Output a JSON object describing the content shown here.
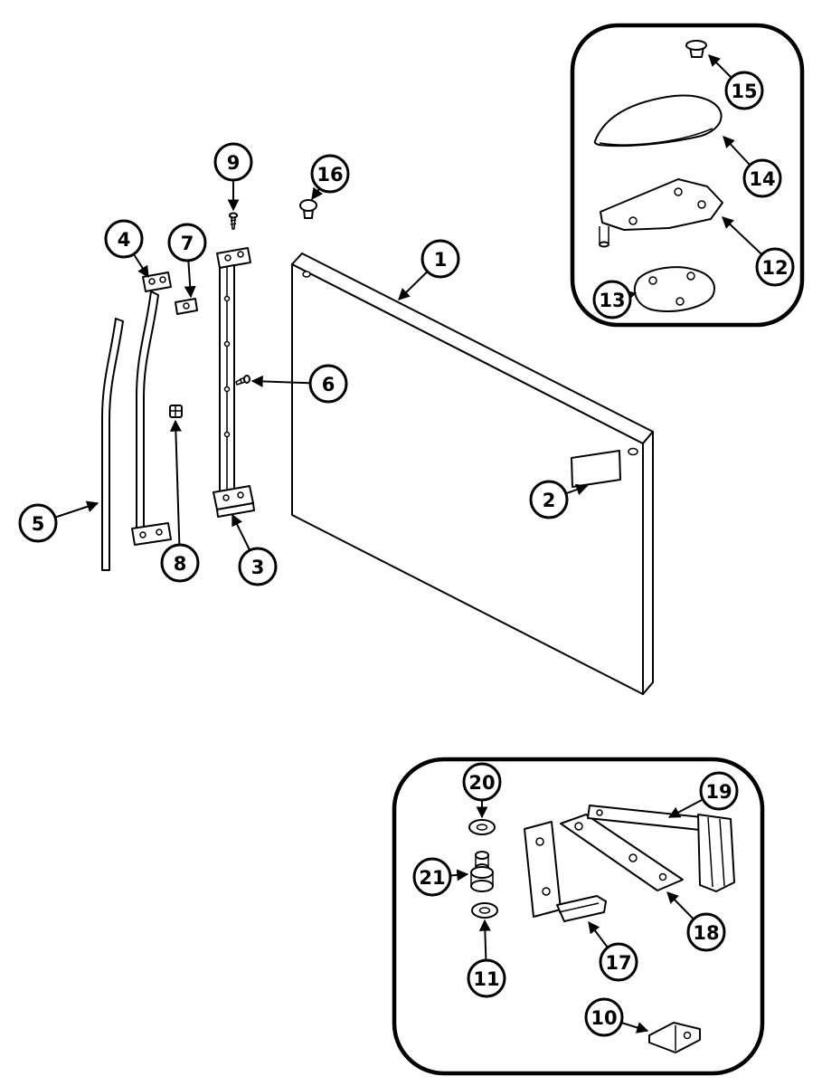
{
  "figure": {
    "colors": {
      "ink": "#000000",
      "paper": "#ffffff"
    }
  },
  "callouts": {
    "c1": "1",
    "c2": "2",
    "c3": "3",
    "c4": "4",
    "c5": "5",
    "c6": "6",
    "c7": "7",
    "c8": "8",
    "c9": "9",
    "c10": "10",
    "c11": "11",
    "c12": "12",
    "c13": "13",
    "c14": "14",
    "c15": "15",
    "c16": "16",
    "c17": "17",
    "c18": "18",
    "c19": "19",
    "c20": "20",
    "c21": "21"
  }
}
